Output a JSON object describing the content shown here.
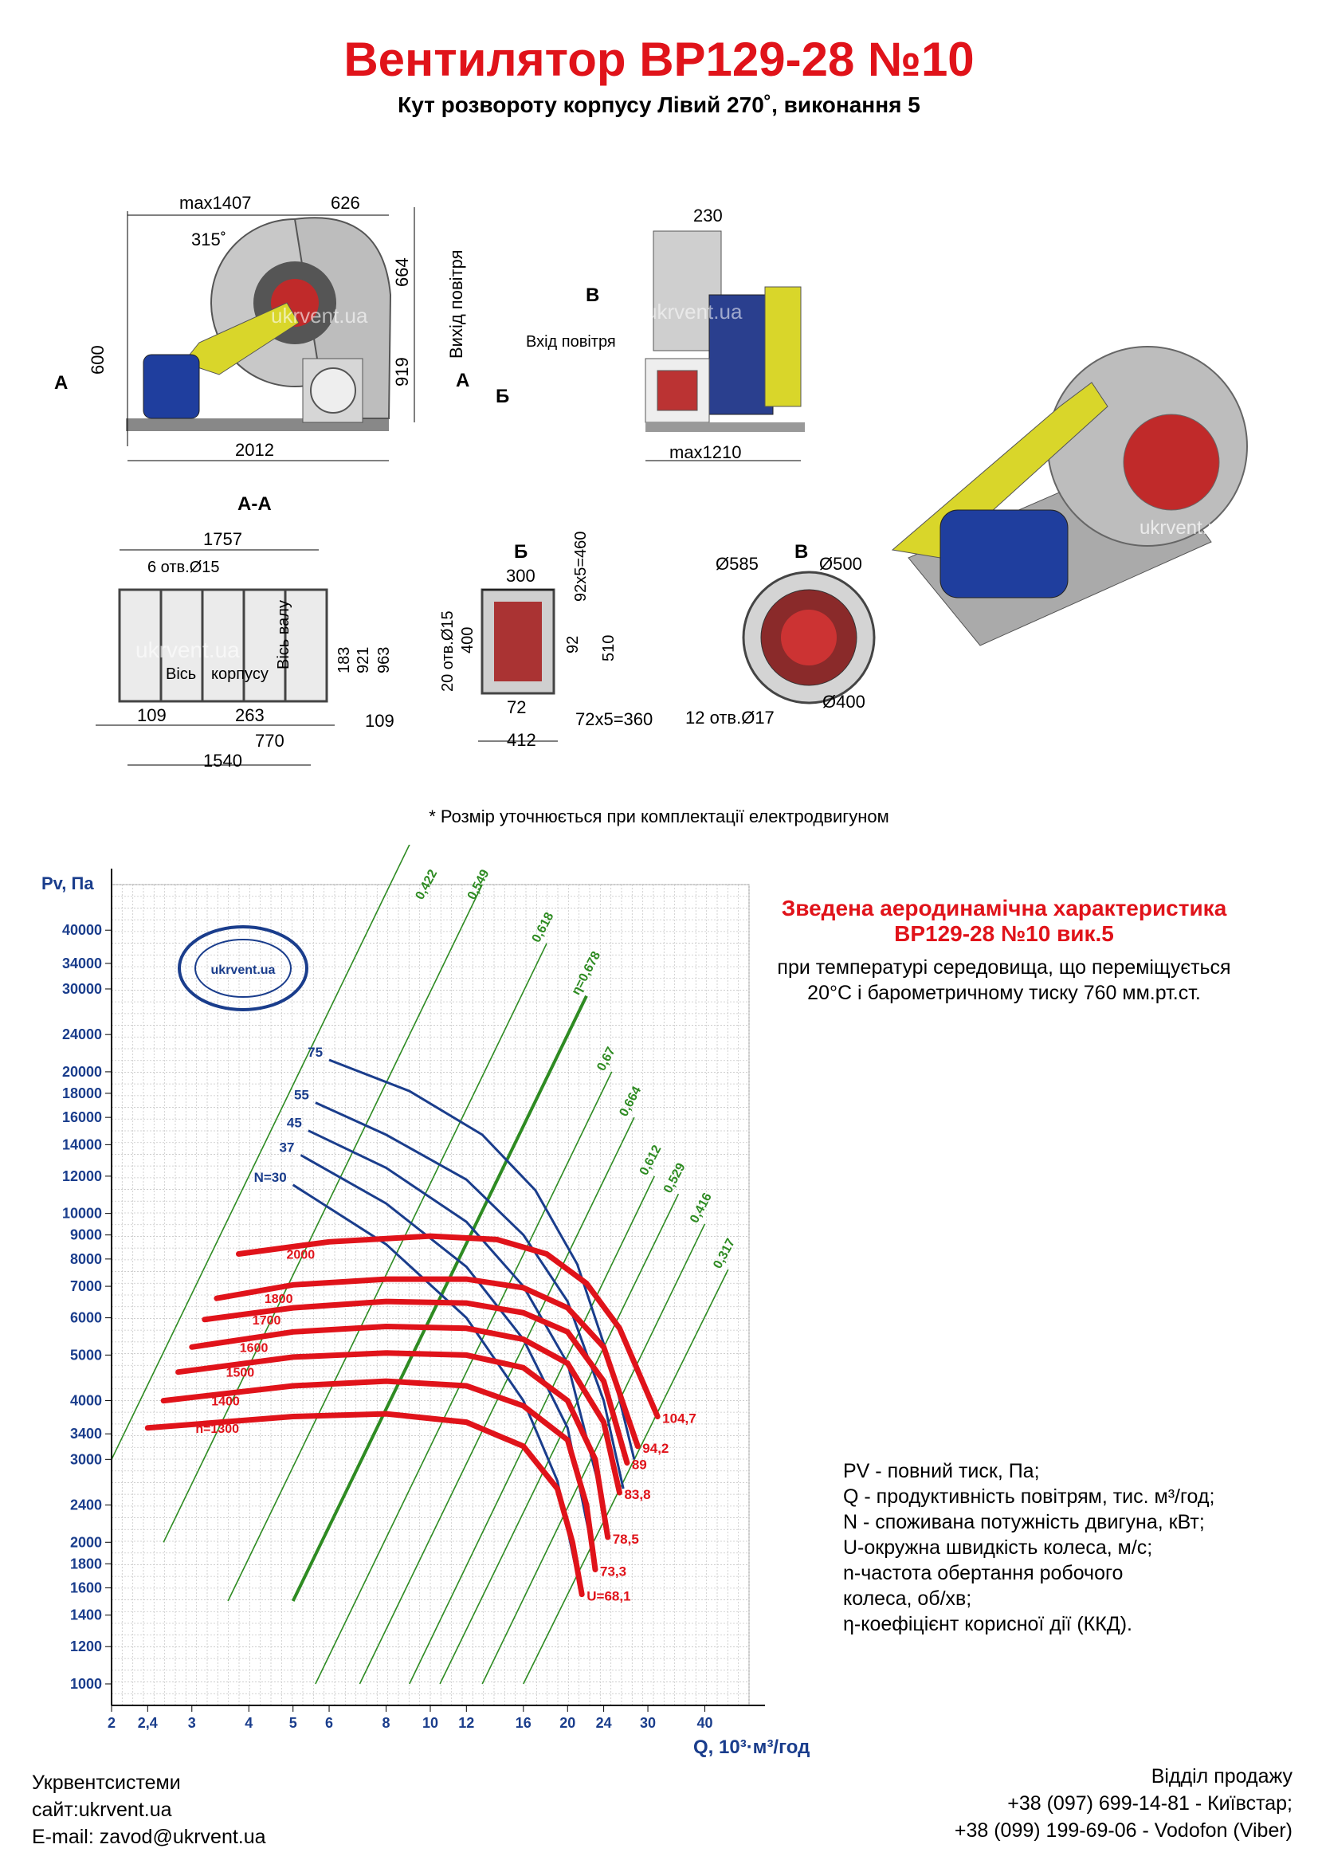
{
  "header": {
    "title": "Вентилятор ВР129-28 №10",
    "subtitle": "Кут розвороту корпусу Лівий 270˚, виконання 5"
  },
  "drawings": {
    "front": {
      "labels": [
        "max1407",
        "626",
        "315˚",
        "664",
        "Вихід повітря",
        "600",
        "919",
        "2012",
        "А",
        "А",
        "Б"
      ],
      "watermark": "ukrvent.ua"
    },
    "side": {
      "labels": [
        "230",
        "В",
        "Вхід повітря",
        "max1210"
      ],
      "watermark": "ukrvent.ua"
    },
    "section_aa": {
      "title": "А-А",
      "labels": [
        "1757",
        "6 отв.Ø15",
        "Вісь",
        "корпусу",
        "Вісь валу",
        "183",
        "921",
        "963",
        "109",
        "263",
        "770",
        "109",
        "1540"
      ],
      "watermark": "ukrvent.ua"
    },
    "view_b": {
      "title": "Б",
      "labels": [
        "300",
        "92x5=460",
        "20 отв.Ø15",
        "400",
        "92",
        "510",
        "72",
        "72x5=360",
        "412"
      ]
    },
    "view_v": {
      "title": "В",
      "labels": [
        "Ø585",
        "Ø500",
        "Ø400",
        "12 отв.Ø17"
      ]
    },
    "iso": {
      "watermark": "ukrvent.ua"
    }
  },
  "note": "* Розмір уточнюється при комплектації електродвигуном",
  "chart_header": {
    "title_line1": "Зведена аеродинамічна характеристика",
    "title_line2": "ВР129-28 №10 вик.5",
    "cond_line1": "при температурі середовища, що переміщується",
    "cond_line2": "20°С і барометричному тиску 760 мм.рт.ст."
  },
  "chart_data": {
    "type": "line",
    "title": "",
    "xlabel": "Q, 10³·м³/год",
    "ylabel": "Pv, Па",
    "x_scale": "log",
    "y_scale": "log",
    "xlim": [
      2,
      50
    ],
    "ylim": [
      900,
      50000
    ],
    "x_ticks": [
      "2",
      "2,4",
      "3",
      "4",
      "5",
      "6",
      "8",
      "10",
      "12",
      "16",
      "20",
      "24",
      "30",
      "40"
    ],
    "x_tick_values": [
      2,
      2.4,
      3,
      4,
      5,
      6,
      8,
      10,
      12,
      16,
      20,
      24,
      30,
      40
    ],
    "y_ticks": [
      "1000",
      "1200",
      "1400",
      "1600",
      "1800",
      "2000",
      "2400",
      "3000",
      "3400",
      "4000",
      "5000",
      "6000",
      "7000",
      "8000",
      "9000",
      "10000",
      "12000",
      "14000",
      "16000",
      "18000",
      "20000",
      "24000",
      "30000",
      "34000",
      "40000"
    ],
    "y_tick_values": [
      1000,
      1200,
      1400,
      1600,
      1800,
      2000,
      2400,
      3000,
      3400,
      4000,
      5000,
      6000,
      7000,
      8000,
      9000,
      10000,
      12000,
      14000,
      16000,
      18000,
      20000,
      24000,
      30000,
      34000,
      40000
    ],
    "grid": true,
    "speed_curves": [
      {
        "label": "n=1300",
        "end_label": "U=68,1",
        "color": "#e0131a",
        "points": [
          [
            2.4,
            3500
          ],
          [
            5,
            3700
          ],
          [
            8,
            3750
          ],
          [
            12,
            3600
          ],
          [
            16,
            3200
          ],
          [
            19,
            2600
          ],
          [
            20.5,
            2000
          ],
          [
            21.5,
            1550
          ]
        ]
      },
      {
        "label": "1400",
        "end_label": "73,3",
        "color": "#e0131a",
        "points": [
          [
            2.6,
            4000
          ],
          [
            5,
            4300
          ],
          [
            8,
            4400
          ],
          [
            12,
            4300
          ],
          [
            16,
            3900
          ],
          [
            20,
            3300
          ],
          [
            22,
            2400
          ],
          [
            23,
            1750
          ]
        ]
      },
      {
        "label": "1500",
        "end_label": "78,5",
        "color": "#e0131a",
        "points": [
          [
            2.8,
            4600
          ],
          [
            5,
            4950
          ],
          [
            8,
            5050
          ],
          [
            12,
            5000
          ],
          [
            16,
            4700
          ],
          [
            20,
            4000
          ],
          [
            23,
            3000
          ],
          [
            24.5,
            2050
          ]
        ]
      },
      {
        "label": "1600",
        "end_label": "83,8",
        "color": "#e0131a",
        "points": [
          [
            3,
            5200
          ],
          [
            5,
            5600
          ],
          [
            8,
            5750
          ],
          [
            12,
            5700
          ],
          [
            16,
            5400
          ],
          [
            20,
            4800
          ],
          [
            24,
            3600
          ],
          [
            26,
            2550
          ]
        ]
      },
      {
        "label": "1700",
        "end_label": "89",
        "color": "#e0131a",
        "points": [
          [
            3.2,
            5950
          ],
          [
            5,
            6300
          ],
          [
            8,
            6500
          ],
          [
            12,
            6450
          ],
          [
            16,
            6150
          ],
          [
            20,
            5600
          ],
          [
            24,
            4400
          ],
          [
            27,
            2950
          ]
        ]
      },
      {
        "label": "1800",
        "end_label": "94,2",
        "color": "#e0131a",
        "points": [
          [
            3.4,
            6600
          ],
          [
            5,
            7050
          ],
          [
            8,
            7250
          ],
          [
            12,
            7250
          ],
          [
            16,
            6950
          ],
          [
            20,
            6300
          ],
          [
            24,
            5200
          ],
          [
            28.5,
            3200
          ]
        ]
      },
      {
        "label": "2000",
        "end_label": "104,7",
        "color": "#e0131a",
        "points": [
          [
            3.8,
            8200
          ],
          [
            6,
            8700
          ],
          [
            10,
            8950
          ],
          [
            14,
            8800
          ],
          [
            18,
            8200
          ],
          [
            22,
            7100
          ],
          [
            26,
            5700
          ],
          [
            31.5,
            3700
          ]
        ]
      }
    ],
    "power_curves": [
      {
        "label": "N=30",
        "color": "#1a3d8c",
        "points": [
          [
            5,
            11500
          ],
          [
            8,
            8600
          ],
          [
            12,
            6000
          ],
          [
            16,
            4000
          ],
          [
            19,
            2700
          ],
          [
            21,
            1700
          ]
        ]
      },
      {
        "label": "37",
        "color": "#1a3d8c",
        "points": [
          [
            5.2,
            13300
          ],
          [
            8,
            10500
          ],
          [
            12,
            7700
          ],
          [
            16,
            5400
          ],
          [
            20,
            3500
          ],
          [
            22.5,
            2000
          ]
        ]
      },
      {
        "label": "45",
        "color": "#1a3d8c",
        "points": [
          [
            5.4,
            15000
          ],
          [
            8,
            12500
          ],
          [
            12,
            9600
          ],
          [
            16,
            7000
          ],
          [
            20,
            4800
          ],
          [
            24,
            2400
          ]
        ]
      },
      {
        "label": "55",
        "color": "#1a3d8c",
        "points": [
          [
            5.6,
            17200
          ],
          [
            8,
            14700
          ],
          [
            12,
            11800
          ],
          [
            16,
            9000
          ],
          [
            20,
            6500
          ],
          [
            24,
            4000
          ],
          [
            26.5,
            2600
          ]
        ]
      },
      {
        "label": "75",
        "color": "#1a3d8c",
        "points": [
          [
            6,
            21200
          ],
          [
            9,
            18200
          ],
          [
            13,
            14700
          ],
          [
            17,
            11200
          ],
          [
            21,
            7800
          ],
          [
            25,
            4700
          ],
          [
            28,
            3000
          ]
        ]
      }
    ],
    "efficiency_lines": [
      {
        "label": "0,422",
        "color": "#2e8b22",
        "points": [
          [
            2,
            3000
          ],
          [
            10,
            75000
          ]
        ]
      },
      {
        "label": "0,549",
        "color": "#2e8b22",
        "points": [
          [
            2.6,
            2000
          ],
          [
            13,
            50000
          ]
        ]
      },
      {
        "label": "0,618",
        "color": "#2e8b22",
        "points": [
          [
            3.6,
            1500
          ],
          [
            18,
            37500
          ]
        ]
      },
      {
        "label": "η=0,678",
        "color": "#2e8b22",
        "points": [
          [
            5,
            1500
          ],
          [
            22,
            29000
          ]
        ]
      },
      {
        "label": "0,67",
        "color": "#2e8b22",
        "points": [
          [
            5.6,
            1000
          ],
          [
            25,
            20000
          ]
        ]
      },
      {
        "label": "0,664",
        "color": "#2e8b22",
        "points": [
          [
            7,
            1000
          ],
          [
            28,
            16000
          ]
        ]
      },
      {
        "label": "0,612",
        "color": "#2e8b22",
        "points": [
          [
            9,
            1000
          ],
          [
            31,
            12000
          ]
        ]
      },
      {
        "label": "0,529",
        "color": "#2e8b22",
        "points": [
          [
            10.5,
            1000
          ],
          [
            35,
            11000
          ]
        ]
      },
      {
        "label": "0,416",
        "color": "#2e8b22",
        "points": [
          [
            13,
            1000
          ],
          [
            40,
            9500
          ]
        ]
      },
      {
        "label": "0,317",
        "color": "#2e8b22",
        "points": [
          [
            16,
            1000
          ],
          [
            45,
            7600
          ]
        ]
      }
    ],
    "stamp": "ukrvent.ua"
  },
  "legend": [
    "PV - повний тиск, Па;",
    "Q - продуктивність повітрям, тис. м³/год;",
    "N - споживана потужність двигуна, кВт;",
    "U-окружна швидкість колеса, м/с;",
    "n-частота обертання робочого",
    "колеса, об/хв;",
    "η-коефіцієнт корисної дії (ККД)."
  ],
  "footer": {
    "company": "Укрвентсистеми",
    "site": "сайт:ukrvent.ua",
    "email": "E-mail: zavod@ukrvent.ua",
    "sales": "Відділ продажу",
    "phone1": "+38 (097) 699-14-81 - Київстар;",
    "phone2": "+38 (099) 199-69-06 - Vodofon (Viber)"
  },
  "colors": {
    "title_red": "#e0131a",
    "speed_red": "#e0131a",
    "power_blue": "#1a3d8c",
    "eff_green": "#2e8b22",
    "grid": "#c7c7c7",
    "steel": "#b9b9b9",
    "motor": "#1f3e9e",
    "belt_guard": "#d9d62a"
  }
}
